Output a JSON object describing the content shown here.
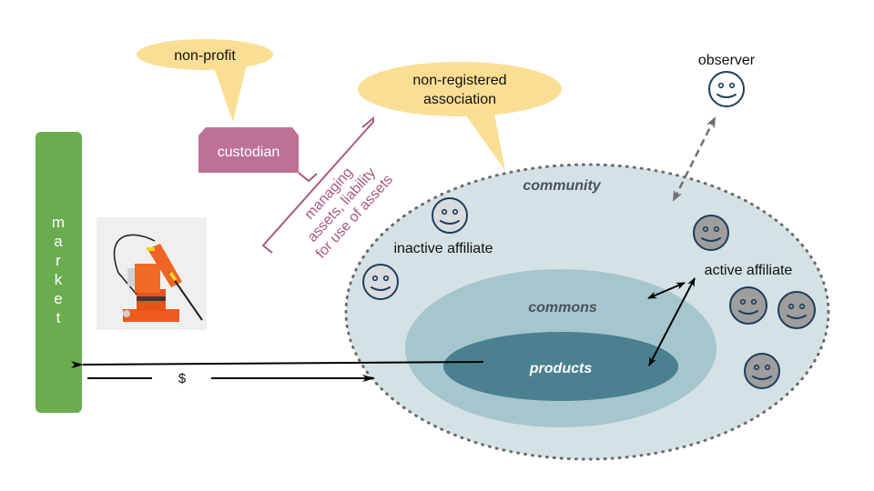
{
  "colors": {
    "callout_fill": "#f9de94",
    "custodian_fill": "#be7196",
    "custodian_text": "#ffffff",
    "bracket_color": "#a85a83",
    "market_fill": "#6aad4f",
    "community_fill": "#d4e2e6",
    "community_border": "#6b6b6b",
    "commons_fill": "#a5c6cc",
    "products_fill": "#4a8090",
    "inactive_face_fill": "#d9dcdf",
    "active_face_fill": "#9e9e9e",
    "face_stroke": "#1f3d5c",
    "observer_face_fill": "#ffffff",
    "arrow_color": "#000000",
    "dashed_arrow_color": "#707070"
  },
  "callouts": {
    "nonprofit": "non-profit",
    "association_line1": "non-registered",
    "association_line2": "association"
  },
  "custodian": {
    "label": "custodian"
  },
  "bracket": {
    "line1": "managing",
    "line2": "assets, liability",
    "line3": "for use of assets"
  },
  "market": {
    "label": "market",
    "letters": [
      "m",
      "a",
      "r",
      "k",
      "e",
      "t"
    ]
  },
  "flow": {
    "currency": "$"
  },
  "rings": {
    "community": "community",
    "commons": "commons",
    "products": "products"
  },
  "roles": {
    "inactive": "inactive affiliate",
    "active": "active affiliate",
    "observer": "observer"
  },
  "image": {
    "alt": "orange 3D printed robot arm product"
  }
}
